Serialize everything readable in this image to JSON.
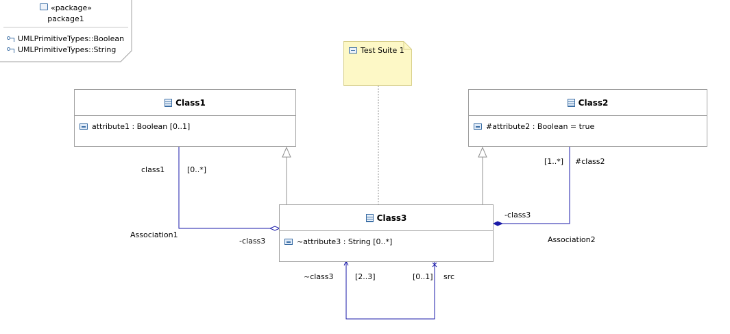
{
  "package": {
    "stereotype": "«package»",
    "name": "package1",
    "imports": [
      "UMLPrimitiveTypes::Boolean",
      "UMLPrimitiveTypes::String"
    ]
  },
  "note": {
    "text": "Test Suite 1"
  },
  "classes": {
    "class1": {
      "name": "Class1",
      "attribute": "attribute1 : Boolean [0..1]"
    },
    "class2": {
      "name": "Class2",
      "attribute": "#attribute2 : Boolean = true"
    },
    "class3": {
      "name": "Class3",
      "attribute": "~attribute3 : String [0..*]"
    }
  },
  "associations": {
    "association1": {
      "name": "Association1",
      "end_a_role": "class1",
      "end_a_mult": "[0..*]",
      "end_b_role": "-class3"
    },
    "association2": {
      "name": "Association2",
      "end_a_mult": "[1..*]",
      "end_a_role": "#class2",
      "end_b_role": "-class3"
    },
    "self": {
      "role_a": "~class3",
      "mult_a": "[2..3]",
      "mult_b": "[0..1]",
      "role_b": "src"
    }
  },
  "colors": {
    "association_line": "#1a1aa8",
    "class_border": "#a0a0a0",
    "note_fill": "#fdf8c6",
    "note_border": "#d8cf8a"
  }
}
